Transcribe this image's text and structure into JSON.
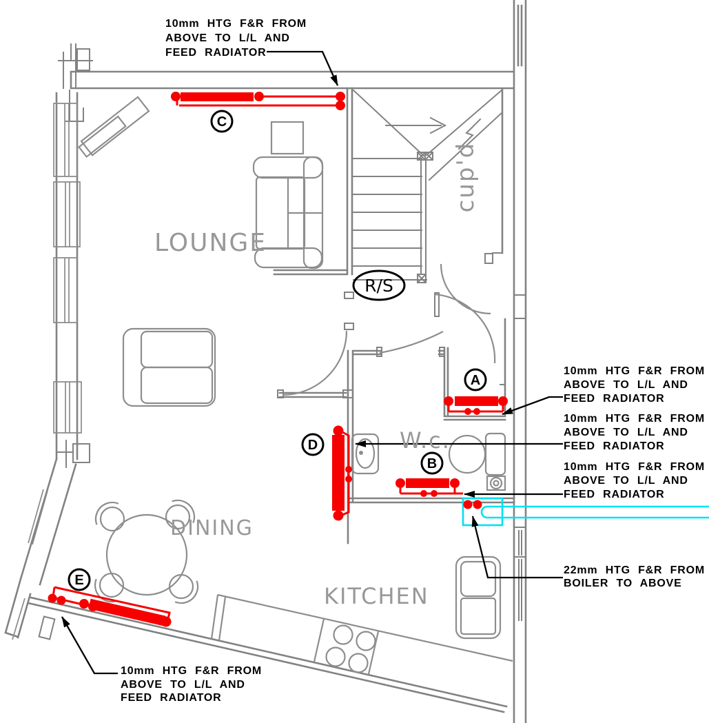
{
  "rooms": {
    "lounge": "LOUNGE",
    "dining": "DINING",
    "kitchen": "KITCHEN",
    "wc": "W.c.",
    "cupboard": "cup'd"
  },
  "stair": {
    "roof_space_label": "R/S"
  },
  "radiator_tags": {
    "a": "A",
    "b": "B",
    "c": "C",
    "d": "D",
    "e": "E"
  },
  "annotations": {
    "rad_c": {
      "target": "radiator C",
      "lines": [
        "10mm HTG F&R FROM",
        "ABOVE TO L/L AND",
        "FEED RADIATOR"
      ]
    },
    "rad_a": {
      "target": "radiator A",
      "lines": [
        "10mm HTG F&R FROM",
        "ABOVE TO L/L AND",
        "FEED RADIATOR"
      ]
    },
    "rad_d": {
      "target": "radiator D",
      "lines": [
        "10mm HTG F&R FROM",
        "ABOVE TO L/L AND",
        "FEED RADIATOR"
      ]
    },
    "rad_b": {
      "target": "radiator B",
      "lines": [
        "10mm HTG F&R FROM",
        "ABOVE TO L/L AND",
        "FEED RADIATOR"
      ]
    },
    "rad_e": {
      "target": "radiator E",
      "lines": [
        "10mm HTG F&R FROM",
        "ABOVE TO L/L AND",
        "FEED RADIATOR"
      ]
    },
    "boiler": {
      "target": "22mm primary pipes",
      "lines": [
        "22mm HTG F&R FROM",
        "BOILER TO ABOVE"
      ]
    }
  },
  "colors": {
    "heating_pipe": "#f70000",
    "primary_pipe": "#00e2f2",
    "wall": "#828282",
    "annotation_text": "#000000",
    "room_text": "#989898"
  }
}
